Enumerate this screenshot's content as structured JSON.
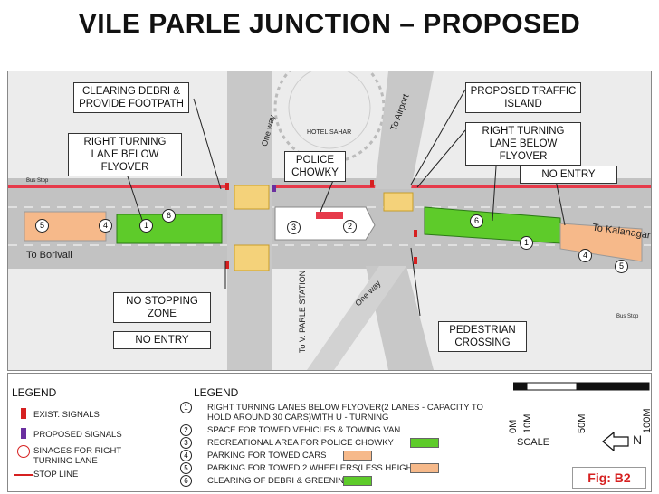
{
  "title": "VILE PARLE JUNCTION – PROPOSED",
  "callouts": {
    "clearing_debri": "CLEARING DEBRI & PROVIDE FOOTPATH",
    "right_turn_left": "RIGHT TURNING LANE BELOW FLYOVER",
    "police_chowky": "POLICE CHOWKY",
    "proposed_island": "PROPOSED TRAFFIC ISLAND",
    "right_turn_right": "RIGHT TURNING LANE BELOW FLYOVER",
    "no_entry_right": "NO ENTRY",
    "no_stopping": "NO STOPPING ZONE",
    "no_entry_bottom": "NO ENTRY",
    "pedestrian": "PEDESTRIAN CROSSING"
  },
  "map_labels": {
    "to_borivali": "To Borivali",
    "to_kalanagar": "To Kalanagar",
    "to_airport": "To Airport",
    "to_vparle": "To V. PARLE STATION",
    "one_way_top": "One way",
    "one_way_bottom": "One way",
    "hotel": "HOTEL SAHAR",
    "bus_stop_left": "Bus Stop",
    "bus_stop_right": "Bus Stop"
  },
  "markers": [
    "1",
    "2",
    "3",
    "4",
    "5",
    "6"
  ],
  "legend": {
    "left_title": "LEGEND",
    "exist_signals": "EXIST. SIGNALS",
    "proposed_signals": "PROPOSED SIGNALS",
    "sinages": "SINAGES FOR RIGHT TURNING LANE",
    "stop_line": "STOP LINE",
    "right_title": "LEGEND",
    "items": [
      {
        "num": "1",
        "text": "RIGHT TURNING LANES BELOW FLYOVER(2 LANES - CAPACITY TO HOLD AROUND 30 CARS)WITH U - TURNING"
      },
      {
        "num": "2",
        "text": "SPACE FOR TOWED VEHICLES & TOWING VAN"
      },
      {
        "num": "3",
        "text": "RECREATIONAL AREA FOR POLICE CHOWKY"
      },
      {
        "num": "4",
        "text": "PARKING FOR TOWED CARS"
      },
      {
        "num": "5",
        "text": "PARKING FOR TOWED 2 WHEELERS(LESS HEIGHT)"
      },
      {
        "num": "6",
        "text": "CLEARING OF DEBRI & GREENING"
      }
    ]
  },
  "scale": {
    "ticks": [
      "0M",
      "10M",
      "50M",
      "100M"
    ],
    "label": "SCALE"
  },
  "north": "N",
  "figure": "Fig: B2",
  "colors": {
    "green": "#5ecb2a",
    "orange": "#f6b98a",
    "road": "#bdbdbd",
    "red": "#d62020",
    "yellow": "#f4d27a",
    "purple": "#6a2fa0"
  }
}
